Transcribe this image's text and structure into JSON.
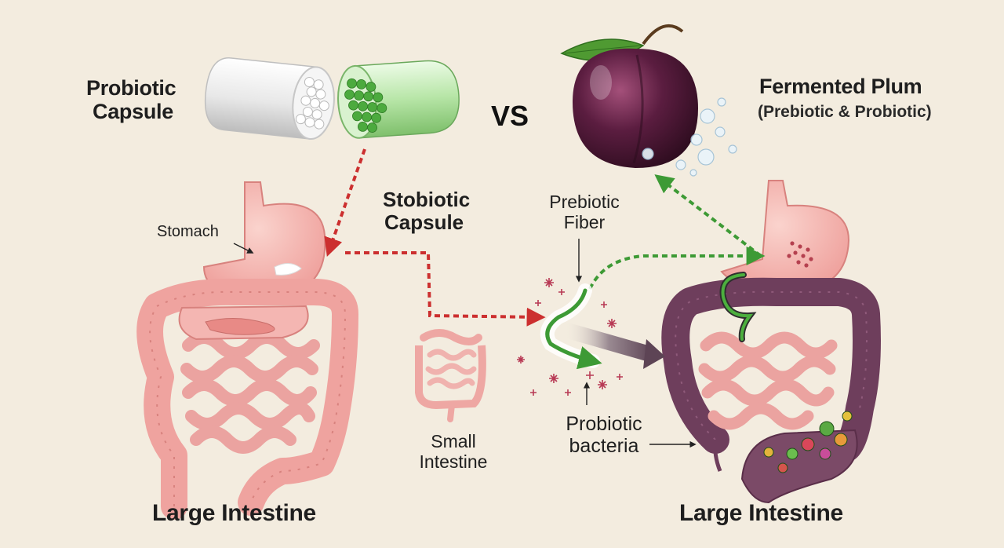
{
  "left": {
    "product_label_line1": "Probiotic",
    "product_label_line2": "Capsule",
    "stomach_label": "Stomach",
    "large_intestine_label": "Large Intestine"
  },
  "vs_label": "VS",
  "right": {
    "product_label": "Fermented Plum",
    "product_sublabel": "(Prebiotic & Probiotic)",
    "large_intestine_label": "Large Intestine"
  },
  "center": {
    "capsule_label_line1": "Stobiotic",
    "capsule_label_line2": "Capsule",
    "small_intestine_line1": "Small",
    "small_intestine_line2": "Intestine",
    "prebiotic_line1": "Prebiotic",
    "prebiotic_line2": "Fiber",
    "probiotic_line1": "Probiotic",
    "probiotic_line2": "bacteria"
  },
  "colors": {
    "background": "#f3ecdf",
    "red_path": "#cc2f2f",
    "green_path": "#3d9a35",
    "intestine_pink": "#f1a9a6",
    "intestine_purple": "#6e3e5c",
    "plum": "#4a1733"
  }
}
